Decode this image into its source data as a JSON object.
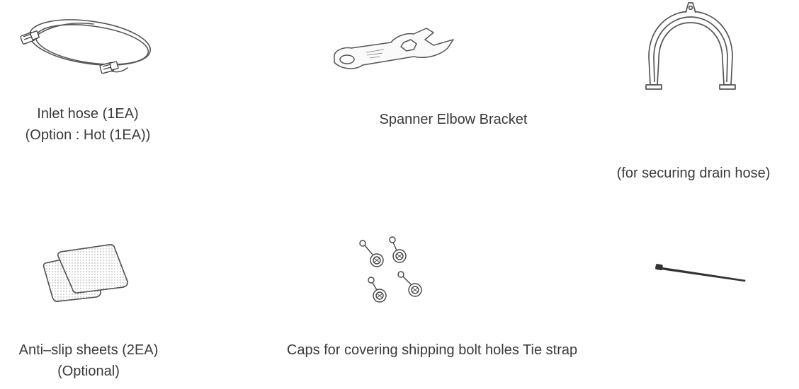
{
  "items": [
    {
      "icon": "inlet-hose-icon",
      "caption_line1": "Inlet hose (1EA)",
      "caption_line2": "(Option : Hot (1EA))"
    },
    {
      "icon": "spanner-icon",
      "caption_line1": "Spanner Elbow Bracket"
    },
    {
      "icon": "elbow-bracket-icon",
      "caption_line1": "(for securing drain hose)"
    },
    {
      "icon": "anti-slip-sheets-icon",
      "caption_line1": "Anti–slip sheets (2EA)",
      "caption_line2": "(Optional)"
    },
    {
      "icon": "bolt-hole-caps-icon",
      "caption_line1": "Caps for covering shipping bolt holes Tie strap"
    },
    {
      "icon": "tie-strap-icon"
    }
  ]
}
